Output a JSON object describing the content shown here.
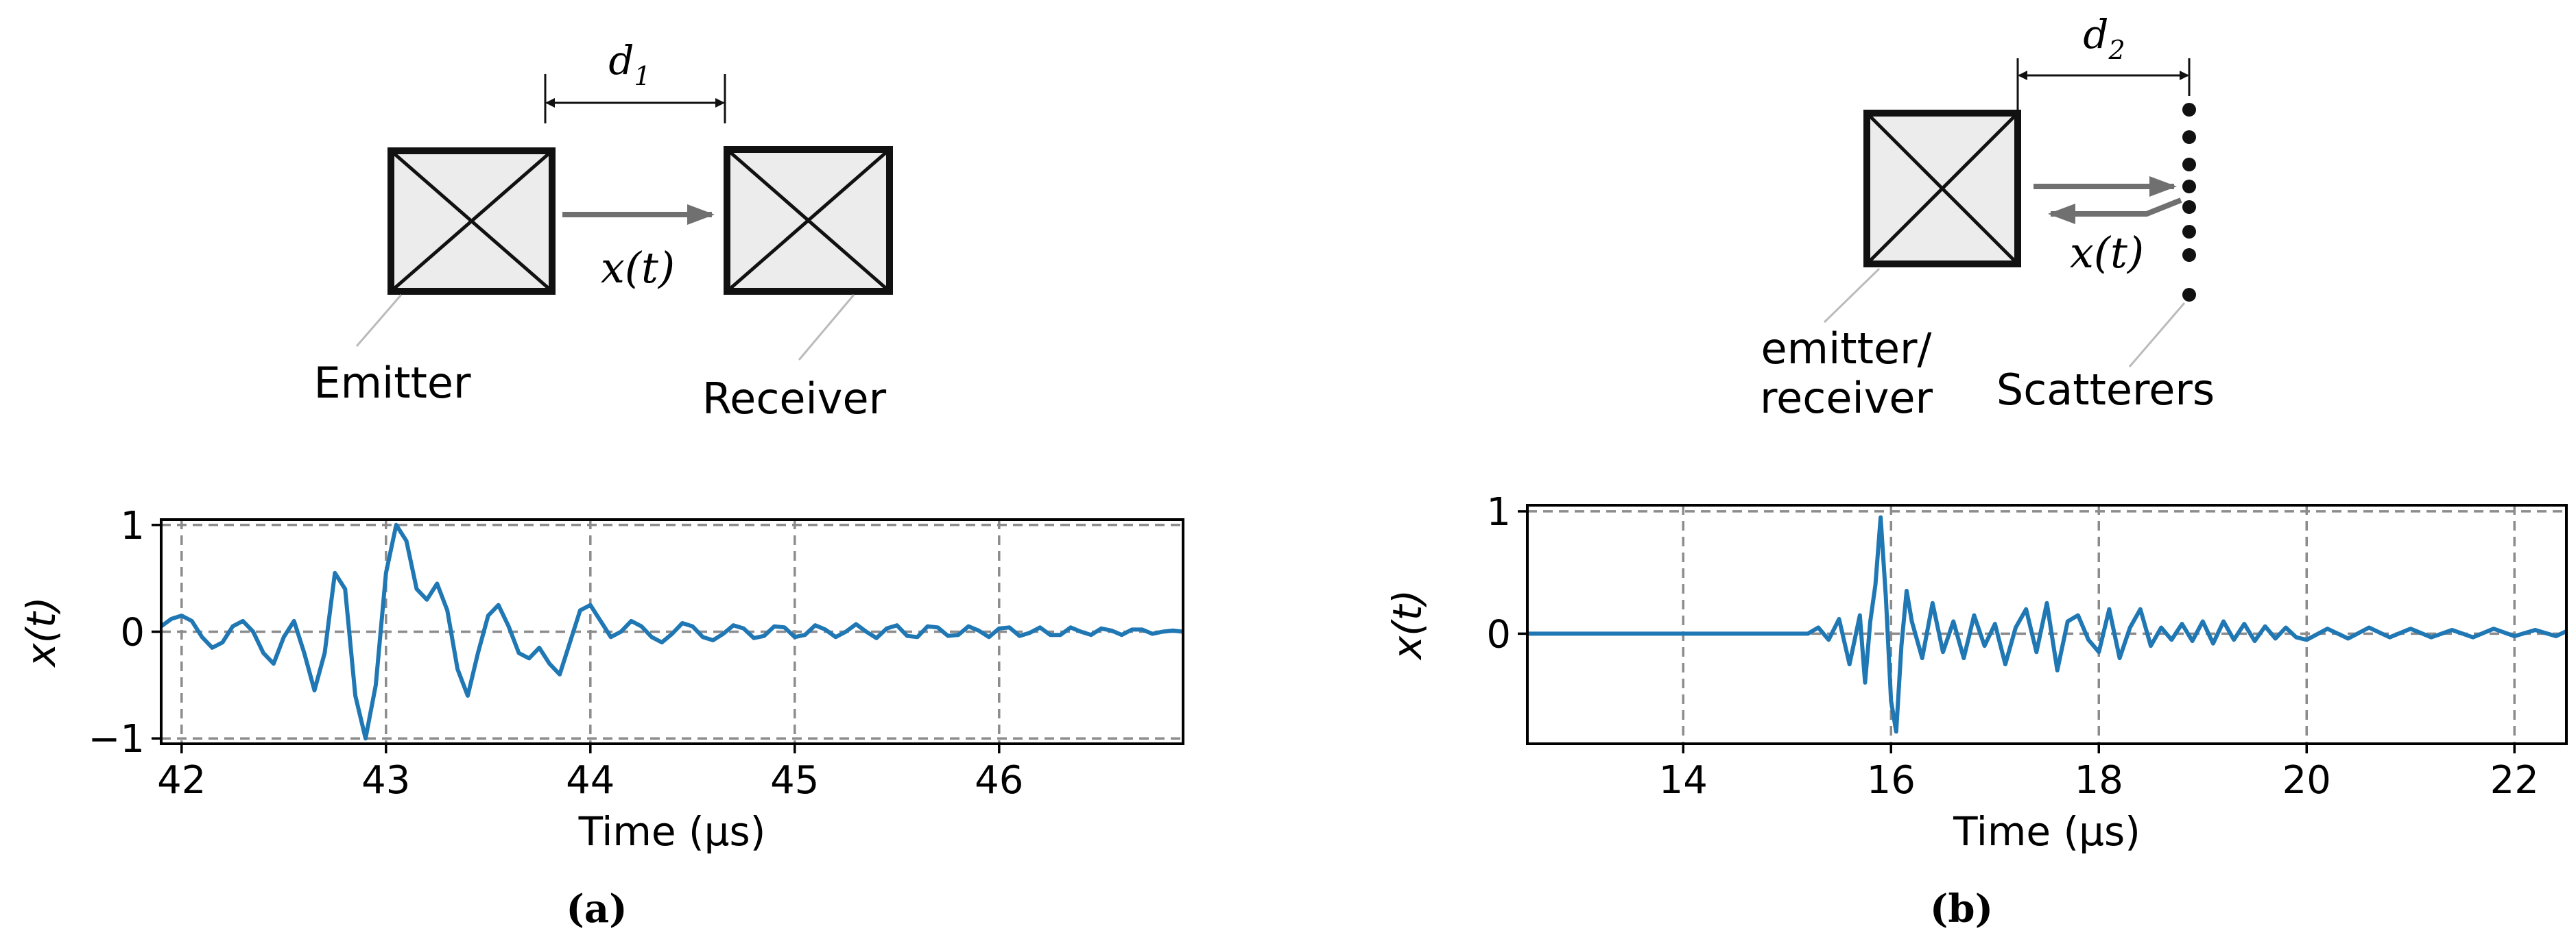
{
  "panel_a": {
    "diagram": {
      "distance_label": "d",
      "distance_subscript": "1",
      "signal_label": "x(t)",
      "emitter_label": "Emitter",
      "receiver_label": "Receiver"
    },
    "caption": "(a)"
  },
  "panel_b": {
    "diagram": {
      "distance_label": "d",
      "distance_subscript": "2",
      "signal_label": "x(t)",
      "emitter_label_line1": "emitter/",
      "emitter_label_line2": "receiver",
      "scatterers_label": "Scatterers"
    },
    "caption": "(b)"
  },
  "colors": {
    "signal": "#1f77b4",
    "grid": "#8c8c8c",
    "arrow": "#707070",
    "box_fill": "#ececec",
    "box_stroke": "#111111"
  },
  "chart_data": [
    {
      "type": "line",
      "xlabel": "Time (μs)",
      "ylabel": "x(t)",
      "xlim": [
        41.9,
        46.9
      ],
      "ylim": [
        -1.05,
        1.05
      ],
      "xticks": [
        42,
        43,
        44,
        45,
        46
      ],
      "yticks": [
        -1,
        0,
        1
      ],
      "ytick_labels": [
        "−1",
        "0",
        "1"
      ],
      "grid": true,
      "series": [
        {
          "x": [
            41.9,
            41.95,
            42.0,
            42.05,
            42.1,
            42.15,
            42.2,
            42.25,
            42.3,
            42.35,
            42.4,
            42.45,
            42.5,
            42.55,
            42.6,
            42.65,
            42.7,
            42.75,
            42.8,
            42.85,
            42.9,
            42.95,
            43.0,
            43.05,
            43.1,
            43.15,
            43.2,
            43.25,
            43.3,
            43.35,
            43.4,
            43.45,
            43.5,
            43.55,
            43.6,
            43.65,
            43.7,
            43.75,
            43.8,
            43.85,
            43.9,
            43.95,
            44.0,
            44.05,
            44.1,
            44.15,
            44.2,
            44.25,
            44.3,
            44.35,
            44.4,
            44.45,
            44.5,
            44.55,
            44.6,
            44.65,
            44.7,
            44.75,
            44.8,
            44.85,
            44.9,
            44.95,
            45.0,
            45.05,
            45.1,
            45.15,
            45.2,
            45.25,
            45.3,
            45.35,
            45.4,
            45.45,
            45.5,
            45.55,
            45.6,
            45.65,
            45.7,
            45.75,
            45.8,
            45.85,
            45.9,
            45.95,
            46.0,
            46.05,
            46.1,
            46.15,
            46.2,
            46.25,
            46.3,
            46.35,
            46.4,
            46.45,
            46.5,
            46.55,
            46.6,
            46.65,
            46.7,
            46.75,
            46.8,
            46.85,
            46.9
          ],
          "y": [
            0.05,
            0.12,
            0.15,
            0.1,
            -0.05,
            -0.15,
            -0.1,
            0.05,
            0.1,
            0.0,
            -0.2,
            -0.3,
            -0.05,
            0.1,
            -0.2,
            -0.55,
            -0.2,
            0.55,
            0.4,
            -0.6,
            -1.0,
            -0.5,
            0.55,
            1.0,
            0.85,
            0.4,
            0.3,
            0.45,
            0.2,
            -0.35,
            -0.6,
            -0.2,
            0.15,
            0.25,
            0.05,
            -0.2,
            -0.25,
            -0.15,
            -0.3,
            -0.4,
            -0.1,
            0.2,
            0.25,
            0.1,
            -0.05,
            0.0,
            0.1,
            0.05,
            -0.05,
            -0.1,
            -0.02,
            0.08,
            0.05,
            -0.05,
            -0.08,
            -0.02,
            0.06,
            0.03,
            -0.06,
            -0.04,
            0.05,
            0.04,
            -0.05,
            -0.03,
            0.06,
            0.02,
            -0.05,
            0.0,
            0.07,
            0.0,
            -0.06,
            0.03,
            0.06,
            -0.04,
            -0.05,
            0.05,
            0.04,
            -0.04,
            -0.03,
            0.05,
            0.01,
            -0.05,
            0.03,
            0.04,
            -0.04,
            -0.01,
            0.04,
            -0.03,
            -0.03,
            0.04,
            0.0,
            -0.03,
            0.03,
            0.01,
            -0.03,
            0.02,
            0.02,
            -0.02,
            0.0,
            0.01,
            0.0
          ]
        }
      ]
    },
    {
      "type": "line",
      "xlabel": "Time (μs)",
      "ylabel": "x(t)",
      "xlim": [
        12.5,
        22.5
      ],
      "ylim": [
        -0.9,
        1.05
      ],
      "xticks": [
        14,
        16,
        18,
        20,
        22
      ],
      "yticks": [
        0,
        1
      ],
      "ytick_labels": [
        "0",
        "1"
      ],
      "grid": true,
      "series": [
        {
          "x": [
            12.5,
            13.0,
            13.5,
            14.0,
            14.5,
            15.0,
            15.2,
            15.3,
            15.4,
            15.5,
            15.6,
            15.7,
            15.75,
            15.8,
            15.85,
            15.9,
            15.95,
            16.0,
            16.05,
            16.1,
            16.15,
            16.2,
            16.3,
            16.4,
            16.5,
            16.6,
            16.7,
            16.8,
            16.9,
            17.0,
            17.1,
            17.2,
            17.3,
            17.4,
            17.5,
            17.6,
            17.7,
            17.8,
            17.9,
            18.0,
            18.1,
            18.2,
            18.3,
            18.4,
            18.5,
            18.6,
            18.7,
            18.8,
            18.9,
            19.0,
            19.1,
            19.2,
            19.3,
            19.4,
            19.5,
            19.6,
            19.7,
            19.8,
            19.9,
            20.0,
            20.2,
            20.4,
            20.6,
            20.8,
            21.0,
            21.2,
            21.4,
            21.6,
            21.8,
            22.0,
            22.2,
            22.4,
            22.5
          ],
          "y": [
            0.0,
            0.0,
            0.0,
            0.0,
            0.0,
            0.0,
            0.0,
            0.05,
            -0.05,
            0.12,
            -0.25,
            0.15,
            -0.4,
            0.1,
            0.4,
            0.95,
            0.3,
            -0.55,
            -0.8,
            -0.1,
            0.35,
            0.1,
            -0.2,
            0.25,
            -0.15,
            0.1,
            -0.2,
            0.15,
            -0.1,
            0.08,
            -0.25,
            0.05,
            0.2,
            -0.15,
            0.25,
            -0.3,
            0.1,
            0.15,
            -0.05,
            -0.15,
            0.2,
            -0.2,
            0.05,
            0.2,
            -0.1,
            0.05,
            -0.05,
            0.08,
            -0.06,
            0.1,
            -0.08,
            0.1,
            -0.05,
            0.08,
            -0.06,
            0.06,
            -0.04,
            0.05,
            -0.03,
            -0.05,
            0.04,
            -0.04,
            0.05,
            -0.03,
            0.04,
            -0.03,
            0.03,
            -0.03,
            0.04,
            -0.02,
            0.03,
            -0.02,
            0.02
          ]
        }
      ]
    }
  ]
}
